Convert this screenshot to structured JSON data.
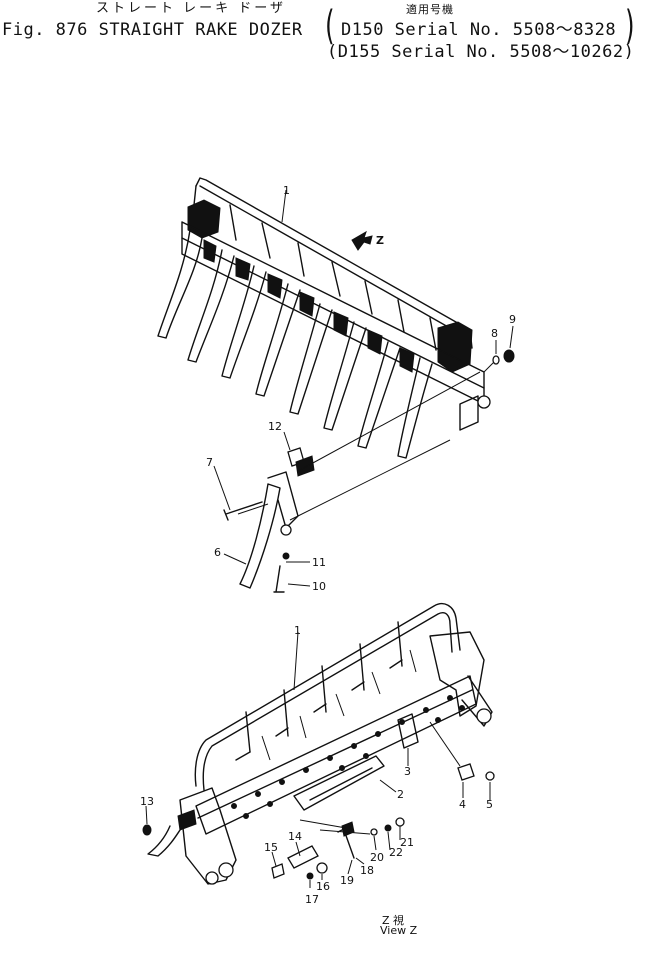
{
  "header": {
    "jp_title": "ストレート レーキ ドーザ",
    "jp_applicable": "適用号機",
    "fig_title": "Fig. 876 STRAIGHT RAKE DOZER",
    "serial_1": "D150 Serial No. 5508～8328",
    "serial_2": "(D155 Serial No. 5508～10262)"
  },
  "view_arrow_label": "Z",
  "view_caption": {
    "top": "Z 視",
    "bottom": "View Z"
  },
  "upper_callouts": [
    "1",
    "8",
    "9",
    "12",
    "7",
    "6",
    "11",
    "10"
  ],
  "lower_callouts": [
    "1",
    "2",
    "3",
    "4",
    "5",
    "13",
    "14",
    "15",
    "16",
    "17",
    "18",
    "19",
    "20",
    "21",
    "22"
  ]
}
